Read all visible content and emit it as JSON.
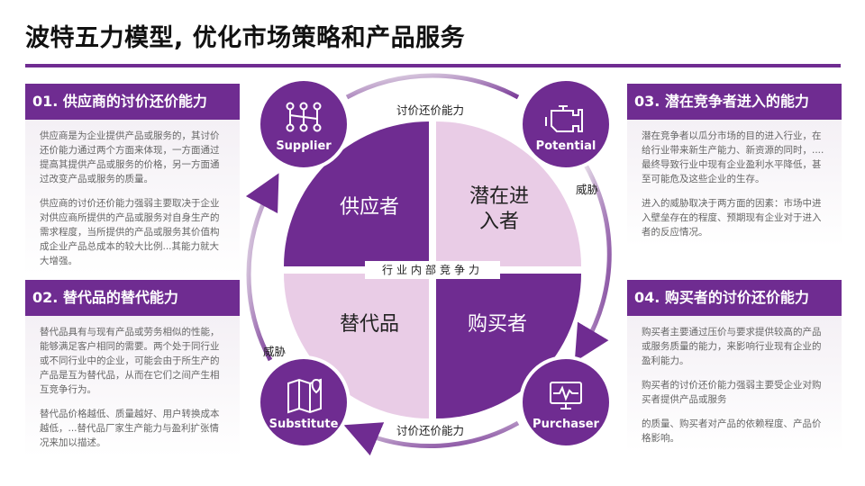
{
  "title": "波特五力模型, 优化市场策略和产品服务",
  "colors": {
    "accent": "#6f2c91",
    "light": "#e9cce6",
    "pale": "#f4f0f5"
  },
  "diagram": {
    "center": "行业内部竞争力",
    "quadrants": {
      "supplier": "供应者",
      "potential": "潜在进入者",
      "substitute": "替代品",
      "purchaser": "购买者"
    },
    "circles": {
      "supplier": {
        "label": "Supplier",
        "icon": "network-icon"
      },
      "potential": {
        "label": "Potential",
        "icon": "engine-icon"
      },
      "substitute": {
        "label": "Substitute",
        "icon": "map-pin-icon"
      },
      "purchaser": {
        "label": "Purchaser",
        "icon": "monitor-pulse-icon"
      }
    },
    "edges": {
      "top": "讨价还价能力",
      "bottom": "讨价还价能力",
      "right": "威胁",
      "left": "威胁"
    }
  },
  "panels": [
    {
      "title": "01. 供应商的讨价还价能力",
      "paragraphs": [
        "供应商是为企业提供产品或服务的，其讨价还价能力通过两个方面来体现，一方面通过提高其提供产品或服务的价格，另一方面通过改变产品或服务的质量。",
        "供应商的讨价还价能力强弱主要取决于企业对供应商所提供的产品或服务对自身生产的需求程度，当所提供的产品或服务其价值构成企业产品总成本的较大比例...其能力就大大增强。"
      ]
    },
    {
      "title": "02. 替代品的替代能力",
      "paragraphs": [
        "替代品具有与现有产品或劳务相似的性能，能够满足客户相同的需要。两个处于同行业或不同行业中的企业，可能会由于所生产的产品是互为替代品，从而在它们之间产生相互竞争行为。",
        "替代品价格越低、质量越好、用户转换成本越低，...替代品厂家生产能力与盈利扩张情况来加以描述。"
      ]
    },
    {
      "title": "03. 潜在竞争者进入的能力",
      "paragraphs": [
        "潜在竞争者以瓜分市场的目的进入行业，在给行业带来新生产能力、新资源的同时，....最终导致行业中现有企业盈利水平降低，甚至可能危及这些企业的生存。",
        "进入的威胁取决于两方面的因素：市场中进入壁垒存在的程度、预期现有企业对于进入者的反应情况。"
      ]
    },
    {
      "title": "04. 购买者的讨价还价能力",
      "paragraphs": [
        "购买者主要通过压价与要求提供较高的产品或服务质量的能力，来影响行业现有企业的盈利能力。",
        "购买者的讨价还价能力强弱主要受企业对购买者提供产品或服务",
        "的质量、购买者对产品的依赖程度、产品价格影响。"
      ]
    }
  ]
}
